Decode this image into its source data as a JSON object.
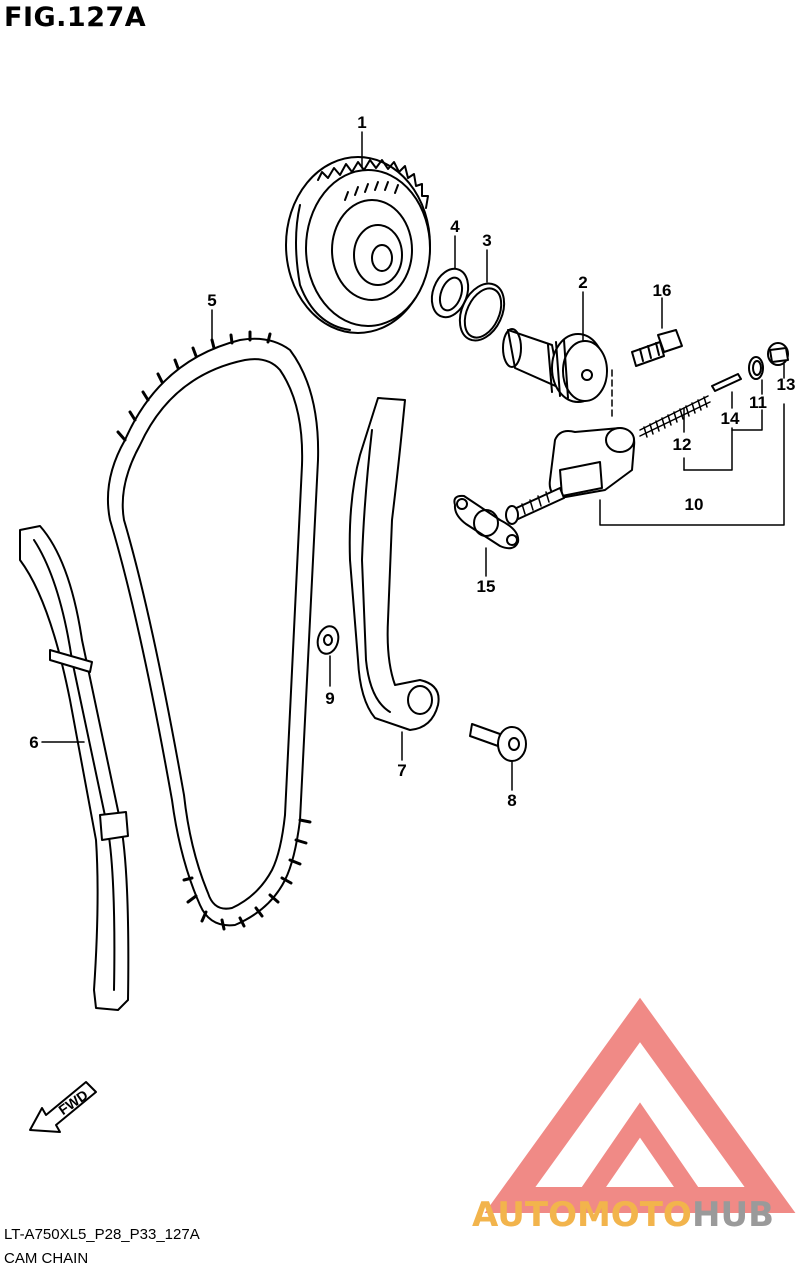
{
  "figure": {
    "title": "FIG.127A"
  },
  "parts": [
    {
      "id": "1"
    },
    {
      "id": "2"
    },
    {
      "id": "3"
    },
    {
      "id": "4"
    },
    {
      "id": "5"
    },
    {
      "id": "6"
    },
    {
      "id": "7"
    },
    {
      "id": "8"
    },
    {
      "id": "9"
    },
    {
      "id": "10"
    },
    {
      "id": "11"
    },
    {
      "id": "12"
    },
    {
      "id": "13"
    },
    {
      "id": "14"
    },
    {
      "id": "15"
    },
    {
      "id": "16"
    }
  ],
  "direction_marker": {
    "label": "FWD"
  },
  "footer": {
    "code": "LT-A750XL5_P28_P33_127A",
    "caption": "CAM CHAIN"
  },
  "watermark": {
    "word_a": "AUTOMOTO",
    "word_b": "HUB",
    "color_a": "#f2b44c",
    "color_b": "#9a9a9a",
    "triangle_color": "#f08a86"
  }
}
